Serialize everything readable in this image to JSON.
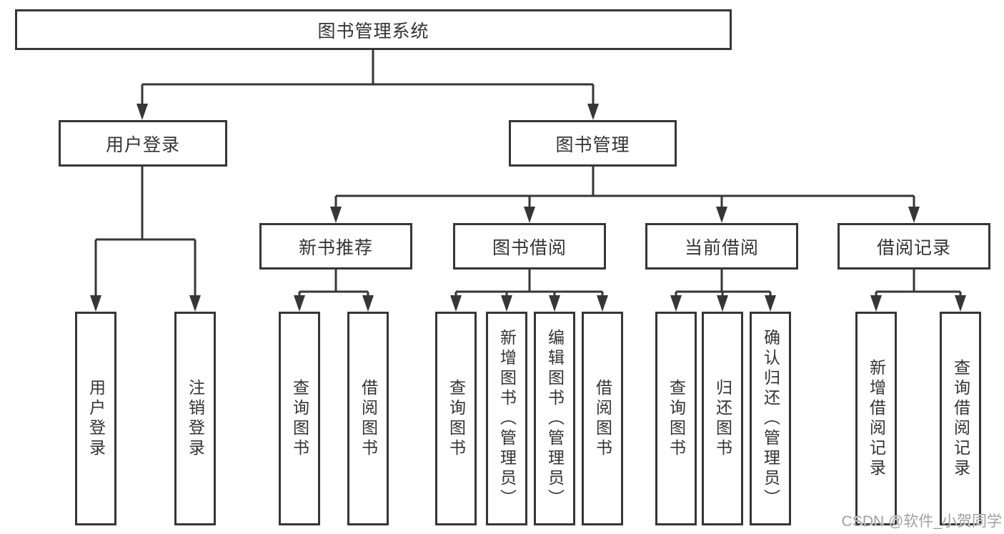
{
  "root": {
    "label": "图书管理系统"
  },
  "branches": {
    "user_login": {
      "label": "用户登录",
      "children": [
        {
          "label": "用户登录"
        },
        {
          "label": "注销登录"
        }
      ]
    },
    "book_management": {
      "label": "图书管理",
      "children": [
        {
          "label": "新书推荐",
          "children": [
            {
              "label": "查询图书"
            },
            {
              "label": "借阅图书"
            }
          ]
        },
        {
          "label": "图书借阅",
          "children": [
            {
              "label": "查询图书"
            },
            {
              "label": "新增图书（管理员）"
            },
            {
              "label": "编辑图书（管理员）"
            },
            {
              "label": "借阅图书"
            }
          ]
        },
        {
          "label": "当前借阅",
          "children": [
            {
              "label": "查询图书"
            },
            {
              "label": "归还图书"
            },
            {
              "label": "确认归还（管理员）"
            }
          ]
        },
        {
          "label": "借阅记录",
          "children": [
            {
              "label": "新增借阅记录"
            },
            {
              "label": "查询借阅记录"
            }
          ]
        }
      ]
    }
  },
  "watermark": {
    "text": "CSDN @软件_小贺同学"
  },
  "colors": {
    "line": "#363636",
    "box_border": "#363636",
    "text": "#333333",
    "background": "#ffffff",
    "watermark": "#a0a0a0"
  }
}
